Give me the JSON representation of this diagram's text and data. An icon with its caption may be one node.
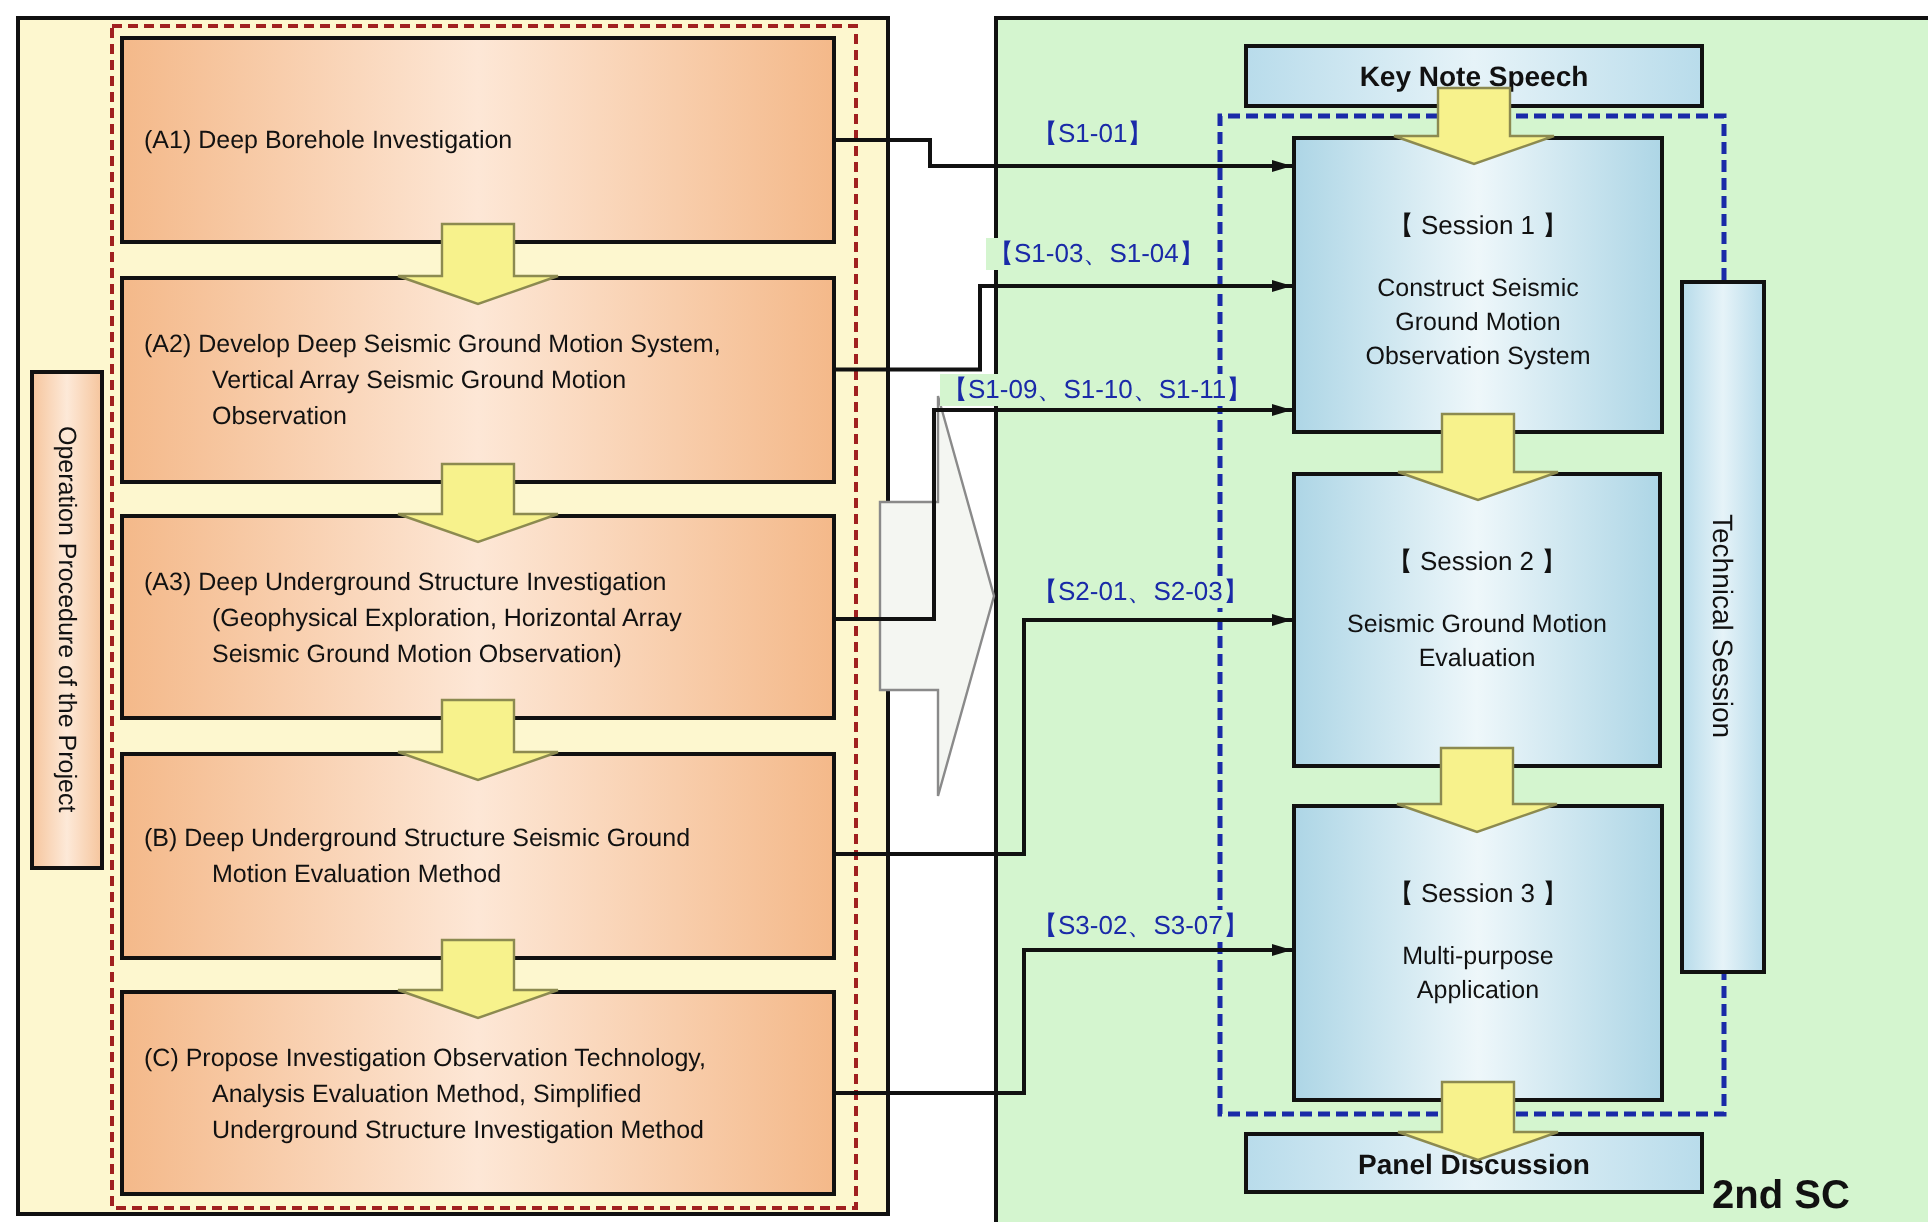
{
  "diagram": {
    "nodes": [
      {
        "text": [],
        "shape": "box"
      },
      {
        "text": [
          "Operation Procedure of the Project"
        ],
        "in": 0
      },
      {
        "text": [
          "(A1) Deep Borehole Investigation"
        ],
        "in": 0
      },
      {
        "text": [
          "(A2) Develop Deep Seismic Ground Motion System, Vertical Array Seismic Ground Motion Observation"
        ],
        "in": 0
      },
      {
        "text": [
          "(A3) Deep Underground Structure Investigation (Geophysical Exploration, Horizontal Array Seismic Ground Motion Observation)"
        ],
        "in": 0
      },
      {
        "text": [
          "(B) Deep Underground Structure Seismic Ground Motion Evaluation Method"
        ],
        "in": 0
      },
      {
        "text": [
          "(C) Propose Investigation Observation Technology, Analysis Evaluation Method, Simplified Underground Structure Investigation Method"
        ],
        "in": 0
      },
      {
        "text": [],
        "shape": "box"
      },
      {
        "text": [
          "Key Note Speech"
        ],
        "in": 7
      },
      {
        "text": [
          "【 Session 1 】",
          "Construct Seismic Ground Motion Observation System"
        ],
        "in": 7
      },
      {
        "text": [
          "【 Session 2 】",
          "Seismic Ground Motion Evaluation"
        ],
        "in": 7
      },
      {
        "text": [
          "【 Session 3 】",
          "Multi-purpose Application"
        ],
        "in": 7
      },
      {
        "text": [
          "Technical Session"
        ],
        "in": 7
      },
      {
        "text": [
          "Panel Discussion"
        ],
        "in": 7
      }
    ],
    "edges": [
      {
        "from": 2,
        "to": 3,
        "arrow": "to",
        "style": "thick",
        "color": "#f7f28c"
      },
      {
        "from": 3,
        "to": 4,
        "arrow": "to",
        "style": "thick",
        "color": "#f7f28c"
      },
      {
        "from": 4,
        "to": 5,
        "arrow": "to",
        "style": "thick",
        "color": "#f7f28c"
      },
      {
        "from": 5,
        "to": 6,
        "arrow": "to",
        "style": "thick",
        "color": "#f7f28c"
      },
      {
        "from": 8,
        "to": 9,
        "arrow": "to",
        "style": "thick",
        "color": "#f7f28c"
      },
      {
        "from": 9,
        "to": 10,
        "arrow": "to",
        "style": "thick",
        "color": "#f7f28c"
      },
      {
        "from": 10,
        "to": 11,
        "arrow": "to",
        "style": "thick",
        "color": "#f7f28c"
      },
      {
        "from": 11,
        "to": 13,
        "arrow": "to",
        "style": "thick",
        "color": "#f7f28c"
      },
      {
        "from": 0,
        "to": 7,
        "arrow": "to",
        "style": "thick",
        "color": "#f4f6f2"
      },
      {
        "from": 2,
        "to": 9,
        "arrow": "to",
        "label": "【S1-01】"
      },
      {
        "from": 3,
        "to": 9,
        "arrow": "to",
        "label": "【S1-03、S1-04】"
      },
      {
        "from": 4,
        "to": 9,
        "arrow": "to",
        "label": "【S1-09、S1-10、S1-11】"
      },
      {
        "from": 5,
        "to": 10,
        "arrow": "to",
        "label": "【S2-01、S2-03】"
      },
      {
        "from": 6,
        "to": 11,
        "arrow": "to",
        "label": "【S3-02、S3-07】"
      }
    ],
    "labels": [
      "2nd SC"
    ]
  }
}
